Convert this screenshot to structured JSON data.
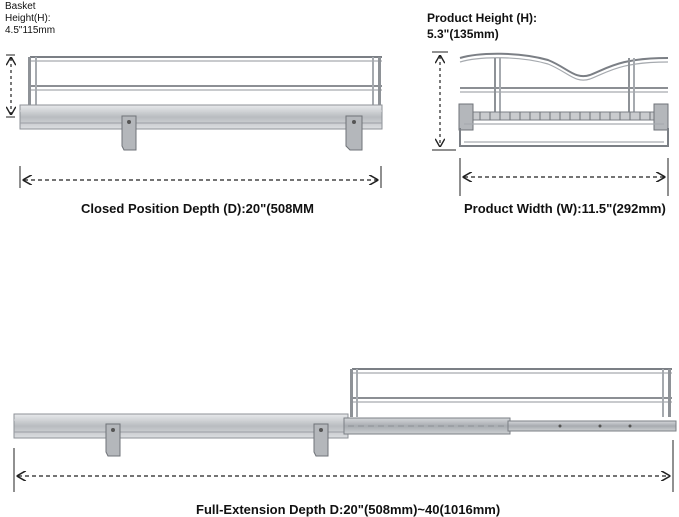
{
  "labels": {
    "basket_height": "Basket\nHeight(H):\n4.5\"115mm",
    "product_height": "Product Height (H):\n5.3\"(135mm)",
    "closed_depth": "Closed Position Depth (D):20\"(508MM",
    "product_width": "Product Width (W):11.5\"(292mm)",
    "full_extension": "Full-Extension Depth D:20\"(508mm)~40(1016mm)"
  },
  "colors": {
    "metal": "#c9cbce",
    "metal_dark": "#8e9297",
    "dimension_line": "#222222"
  }
}
